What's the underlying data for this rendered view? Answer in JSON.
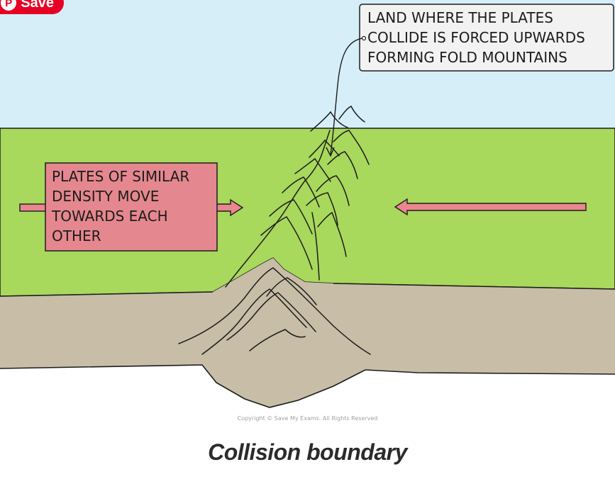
{
  "save_button": {
    "label": "Save",
    "icon": "pinterest-icon"
  },
  "labels": {
    "plates": [
      "PLATES OF SIMILAR",
      "DENSITY MOVE",
      "TOWARDS EACH",
      "OTHER"
    ],
    "land": [
      "LAND WHERE THE PLATES",
      "COLLIDE IS FORCED UPWARDS",
      "FORMING FOLD MOUNTAINS"
    ]
  },
  "copyright": "Copyright © Save My Exams. All Rights Reserved",
  "caption": "Collision boundary",
  "colors": {
    "sky": "#d6eef8",
    "grass": "#a8d85c",
    "rock": "#c8bda6",
    "arrow": "#e8878f",
    "label_box": "#e5878e",
    "callout_box": "#f2f2f2",
    "save": "#e60023"
  }
}
